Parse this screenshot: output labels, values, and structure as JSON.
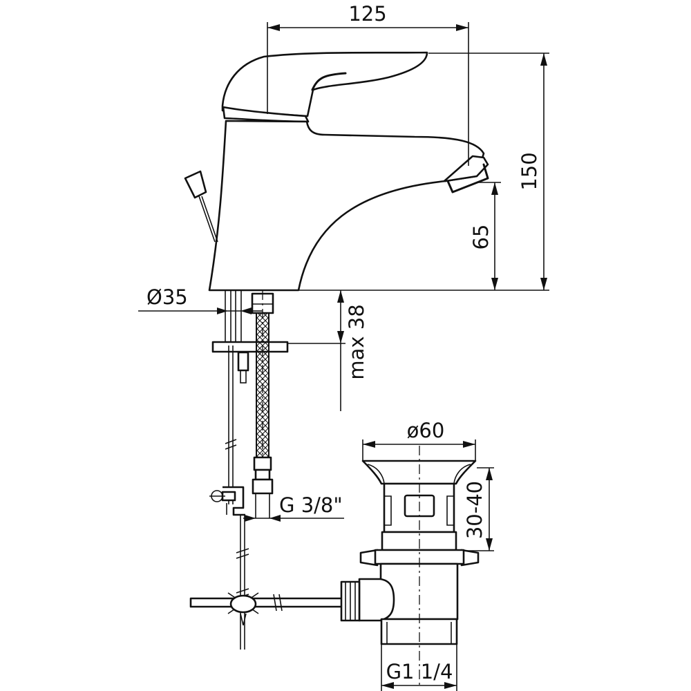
{
  "dimensions": {
    "faucet_width": "125",
    "faucet_height": "150",
    "spout_height": "65",
    "base_diameter": "Ø35",
    "max_deck_thickness": "max 38",
    "hose_thread": "G 3/8\"",
    "drain_diameter": "ø60",
    "drain_adjust": "30-40",
    "drain_thread": "G1 1/4"
  }
}
